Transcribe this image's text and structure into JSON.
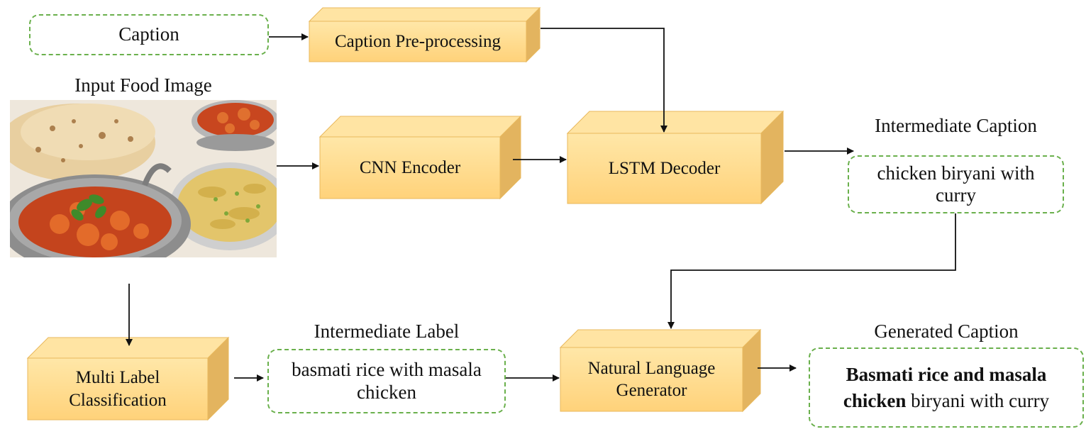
{
  "caption_input": "Caption",
  "caption_preprocessing": "Caption Pre-processing",
  "input_image_label": "Input Food Image",
  "cnn_encoder": "CNN Encoder",
  "lstm_decoder": "LSTM Decoder",
  "intermediate_caption": {
    "title": "Intermediate Caption",
    "text": "chicken biryani with curry"
  },
  "multi_label_classification": "Multi Label Classification",
  "intermediate_label": {
    "title": "Intermediate Label",
    "text": "basmati rice with masala chicken"
  },
  "nlg": "Natural Language Generator",
  "generated_caption": {
    "title": "Generated Caption",
    "bold": "Basmati rice and masala chicken",
    "rest": " biryani with curry"
  },
  "colors": {
    "cube_front": "#ffd98a",
    "cube_top": "#ffe4a3",
    "cube_side": "#e3b45f",
    "dash_border": "#6ab04c"
  }
}
